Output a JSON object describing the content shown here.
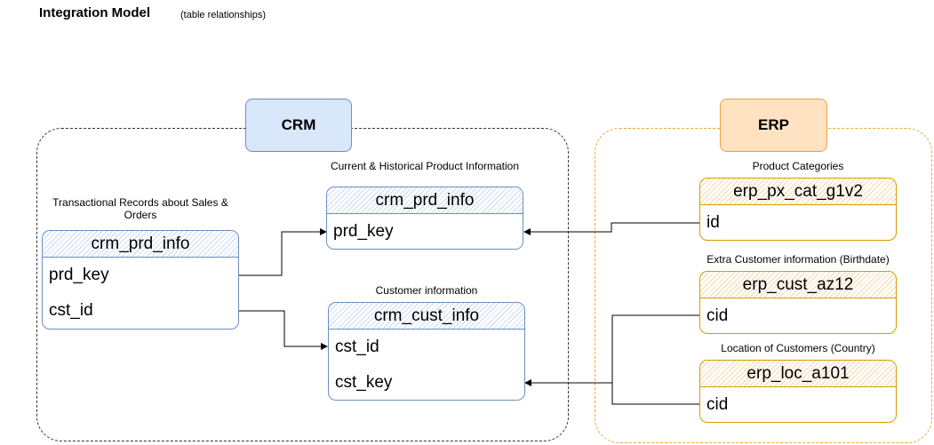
{
  "title": "Integration Model",
  "subtitle": "(table relationships)",
  "groups": {
    "crm": {
      "label": "CRM"
    },
    "erp": {
      "label": "ERP"
    }
  },
  "crm": {
    "sales": {
      "caption": "Transactional Records about Sales & Orders",
      "name": "crm_prd_info",
      "fields": [
        "prd_key",
        "cst_id"
      ]
    },
    "product": {
      "caption": "Current & Historical Product Information",
      "name": "crm_prd_info",
      "fields": [
        "prd_key"
      ]
    },
    "customer": {
      "caption": "Customer information",
      "name": "crm_cust_info",
      "fields": [
        "cst_id",
        "cst_key"
      ]
    }
  },
  "erp": {
    "px_cat": {
      "caption": "Product Categories",
      "name": "erp_px_cat_g1v2",
      "fields": [
        "id"
      ]
    },
    "cust": {
      "caption": "Extra Customer information (Birthdate)",
      "name": "erp_cust_az12",
      "fields": [
        "cid"
      ]
    },
    "loc": {
      "caption": "Location of Customers (Country)",
      "name": "erp_loc_a101",
      "fields": [
        "cid"
      ]
    }
  },
  "colors": {
    "crm_accent": "#6c8ebf",
    "crm_fill": "#d9e7fb",
    "erp_accent": "#d79b00",
    "erp_fill": "#ffe2c2"
  }
}
